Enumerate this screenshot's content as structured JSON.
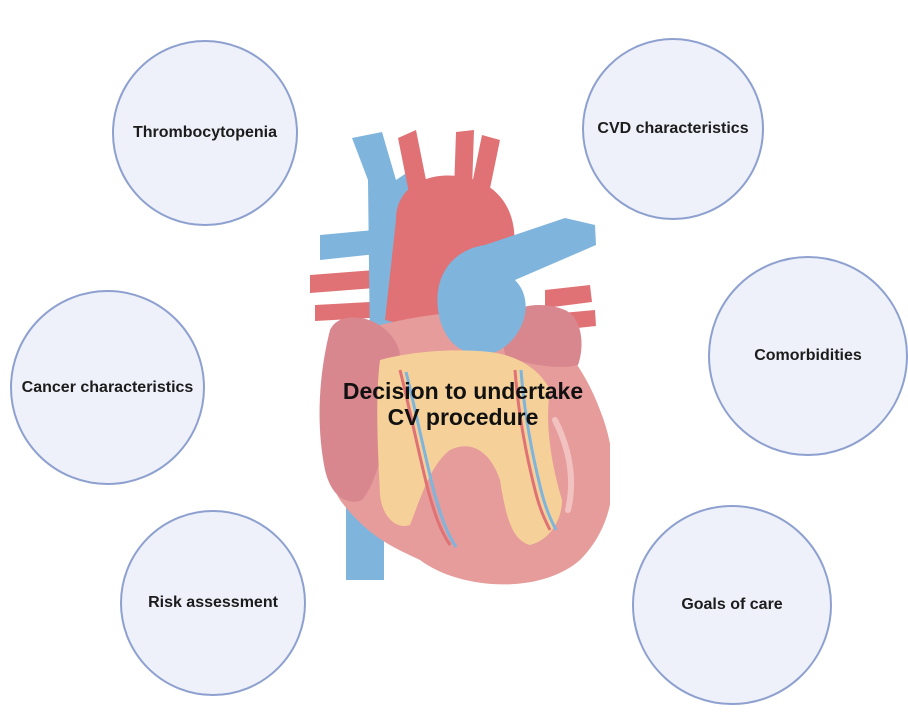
{
  "center": {
    "line1": "Decision to undertake",
    "line2": "CV procedure"
  },
  "factors": {
    "thrombocytopenia": "Thrombocytopenia",
    "cvd_characteristics": "CVD characteristics",
    "cancer_characteristics": "Cancer characteristics",
    "comorbidities": "Comorbidities",
    "risk_assessment": "Risk assessment",
    "goals_of_care": "Goals of care"
  },
  "colors": {
    "circle_fill": "#eef1fa",
    "circle_border": "#8da0cf",
    "heart_muscle": "#e59c9a",
    "artery_red": "#e07275",
    "vein_blue": "#7fb4dc",
    "fat_yellow": "#f5d199"
  }
}
